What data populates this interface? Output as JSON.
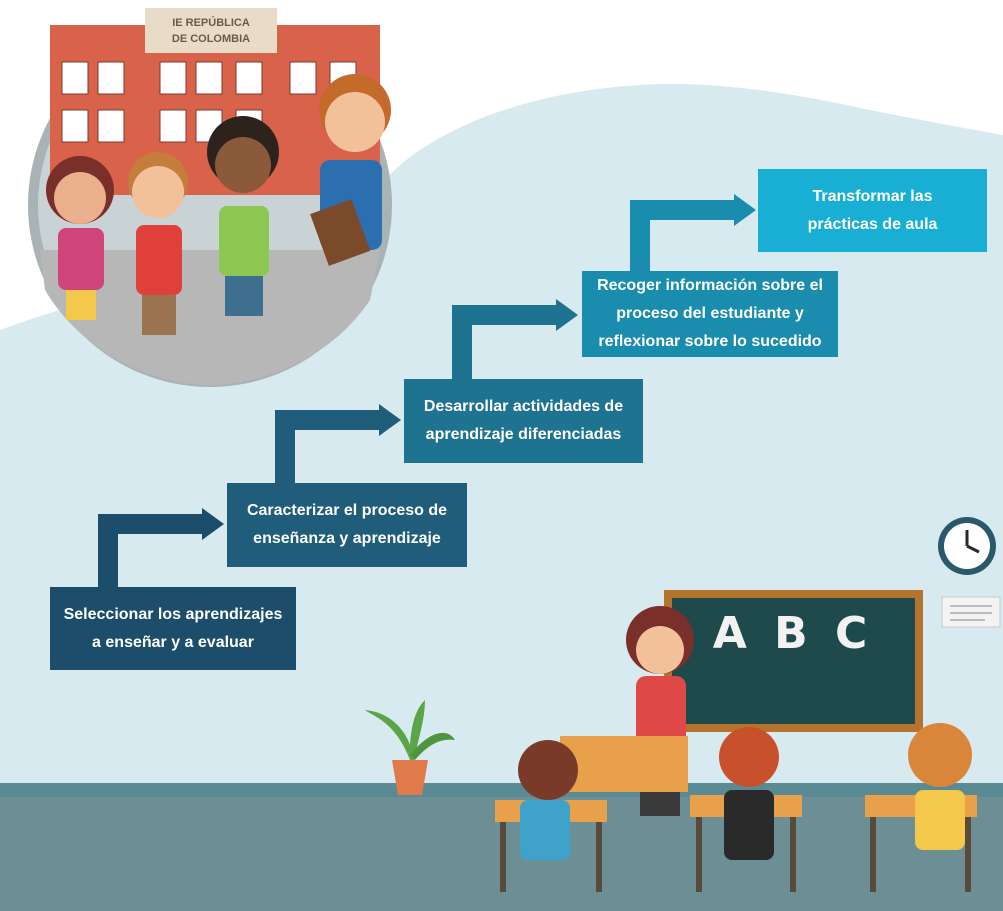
{
  "school_sign": {
    "line1": "IE REPÚBLICA",
    "line2": "DE COLOMBIA"
  },
  "chalkboard": {
    "text": "A B C"
  },
  "steps": [
    {
      "lines": [
        "Seleccionar los aprendizajes",
        "a enseñar y a evaluar"
      ]
    },
    {
      "lines": [
        "Caracterizar el proceso de",
        "enseñanza y aprendizaje"
      ]
    },
    {
      "lines": [
        "Desarrollar actividades de",
        "aprendizaje diferenciadas"
      ]
    },
    {
      "lines": [
        "Recoger información sobre el",
        "proceso del estudiante y",
        "reflexionar sobre lo sucedido"
      ]
    },
    {
      "lines": [
        "Transformar las",
        "prácticas de aula"
      ]
    }
  ],
  "colors": {
    "step1": "#1c4e6b",
    "step2": "#1f5d7a",
    "step3": "#1e7390",
    "step4": "#1a8cae",
    "step5": "#19aed3",
    "background_wave": "#d6eaf0",
    "floor": "#6b8f95"
  }
}
